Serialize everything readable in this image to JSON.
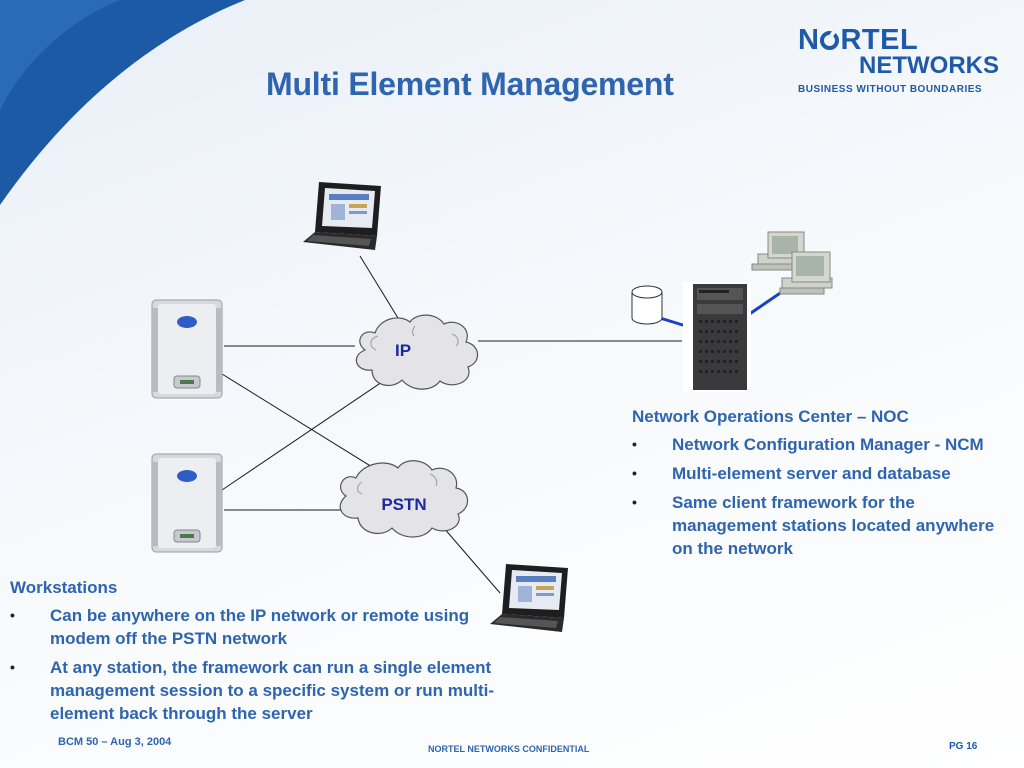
{
  "title": "Multi Element Management",
  "logo": {
    "line1_left": "N",
    "line1_right": "RTEL",
    "line2": "NETWORKS",
    "tagline": "BUSINESS WITHOUT BOUNDARIES"
  },
  "diagram": {
    "clouds": [
      {
        "name": "ip-cloud",
        "label": "IP"
      },
      {
        "name": "pstn-cloud",
        "label": "PSTN"
      }
    ],
    "icons": [
      "laptop-icon",
      "switch-unit-icon",
      "database-icon",
      "server-tower-icon",
      "workstations-icon"
    ]
  },
  "noc": {
    "heading": "Network Operations Center – NOC",
    "bullets": [
      "Network Configuration Manager - NCM",
      "Multi-element server and database",
      "Same client framework for the management stations located anywhere on the network"
    ]
  },
  "workstations": {
    "heading": "Workstations",
    "bullets": [
      "Can be anywhere on the IP network or remote using modem off the PSTN network",
      "At any station, the framework can run a single element management session to a specific system or run multi-element back through the server"
    ]
  },
  "footer": {
    "date": "BCM 50 – Aug 3, 2004",
    "confidential": "NORTEL NETWORKS CONFIDENTIAL",
    "page": "PG 16"
  },
  "colors": {
    "accent": "#2f64ae",
    "cloud_label": "#1a2a9c",
    "link_blue": "#1b3fc6"
  }
}
